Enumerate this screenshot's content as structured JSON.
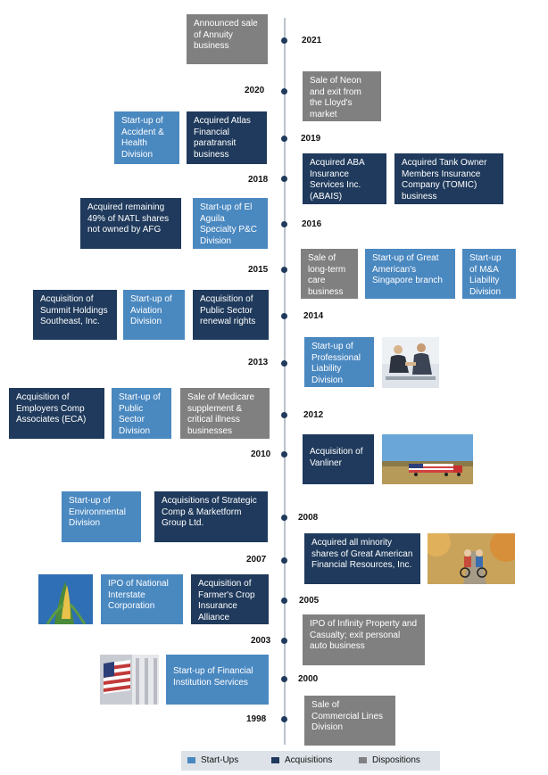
{
  "colors": {
    "start_ups": "#4a88c0",
    "acquisitions": "#1f3a5c",
    "dispositions": "#808080",
    "axis": "#b9c2cc"
  },
  "years": [
    "2021",
    "2020",
    "2019",
    "2018",
    "2016",
    "2015",
    "2014",
    "2013",
    "2012",
    "2010",
    "2008",
    "2007",
    "2005",
    "2003",
    "2000",
    "1998"
  ],
  "events": [
    {
      "text": "Announced sale of Annuity business",
      "type": "disposition"
    },
    {
      "text": "Sale of Neon and exit from the Lloyd's market",
      "type": "disposition"
    },
    {
      "text": "Start-up of Accident & Health Division",
      "type": "start-up"
    },
    {
      "text": "Acquired Atlas Financial paratransit business",
      "type": "acquisition"
    },
    {
      "text": "Acquired ABA Insurance Services Inc. (ABAIS)",
      "type": "acquisition"
    },
    {
      "text": "Acquired Tank Owner Members Insurance Company (TOMIC) business",
      "type": "acquisition"
    },
    {
      "text": "Acquired remaining 49% of NATL shares not owned by AFG",
      "type": "acquisition"
    },
    {
      "text": "Start-up of El Aguila Specialty P&C Division",
      "type": "start-up"
    },
    {
      "text": "Sale of long-term care business",
      "type": "disposition"
    },
    {
      "text": "Start-up of Great American's Singapore branch",
      "type": "start-up"
    },
    {
      "text": "Start-up of M&A Liability Division",
      "type": "start-up"
    },
    {
      "text": "Acquisition of Summit Holdings Southeast, Inc.",
      "type": "acquisition"
    },
    {
      "text": "Start-up of Aviation Division",
      "type": "start-up"
    },
    {
      "text": "Acquisition of Public Sector renewal rights",
      "type": "acquisition"
    },
    {
      "text": "Start-up of Professional Liability Division",
      "type": "start-up"
    },
    {
      "text": "Acquisition of Employers Comp Associates (ECA)",
      "type": "acquisition"
    },
    {
      "text": "Start-up of Public Sector Division",
      "type": "start-up"
    },
    {
      "text": "Sale of Medicare supplement & critical illness businesses",
      "type": "disposition"
    },
    {
      "text": "Acquisition of Vanliner",
      "type": "acquisition"
    },
    {
      "text": "Start-up of Environmental Division",
      "type": "start-up"
    },
    {
      "text": "Acquisitions of Strategic Comp & Marketform Group Ltd.",
      "type": "acquisition"
    },
    {
      "text": "Acquired all minority shares of Great American Financial Resources, Inc.",
      "type": "acquisition"
    },
    {
      "text": "IPO of National Interstate Corporation",
      "type": "start-up"
    },
    {
      "text": "Acquisition of Farmer's Crop Insurance Alliance",
      "type": "acquisition"
    },
    {
      "text": "IPO of Infinity Property and Casualty; exit personal auto business",
      "type": "disposition"
    },
    {
      "text": "Start-up of Financial Institution Services",
      "type": "start-up"
    },
    {
      "text": "Sale of Commercial Lines Division",
      "type": "disposition"
    }
  ],
  "photos": [
    {
      "icon": "handshake-photo"
    },
    {
      "icon": "truck-photo"
    },
    {
      "icon": "couple-biking-photo"
    },
    {
      "icon": "corn-photo"
    },
    {
      "icon": "flag-building-photo"
    }
  ],
  "legend": {
    "start_ups": "Start-Ups",
    "acquisitions": "Acquisitions",
    "dispositions": "Dispositions"
  }
}
